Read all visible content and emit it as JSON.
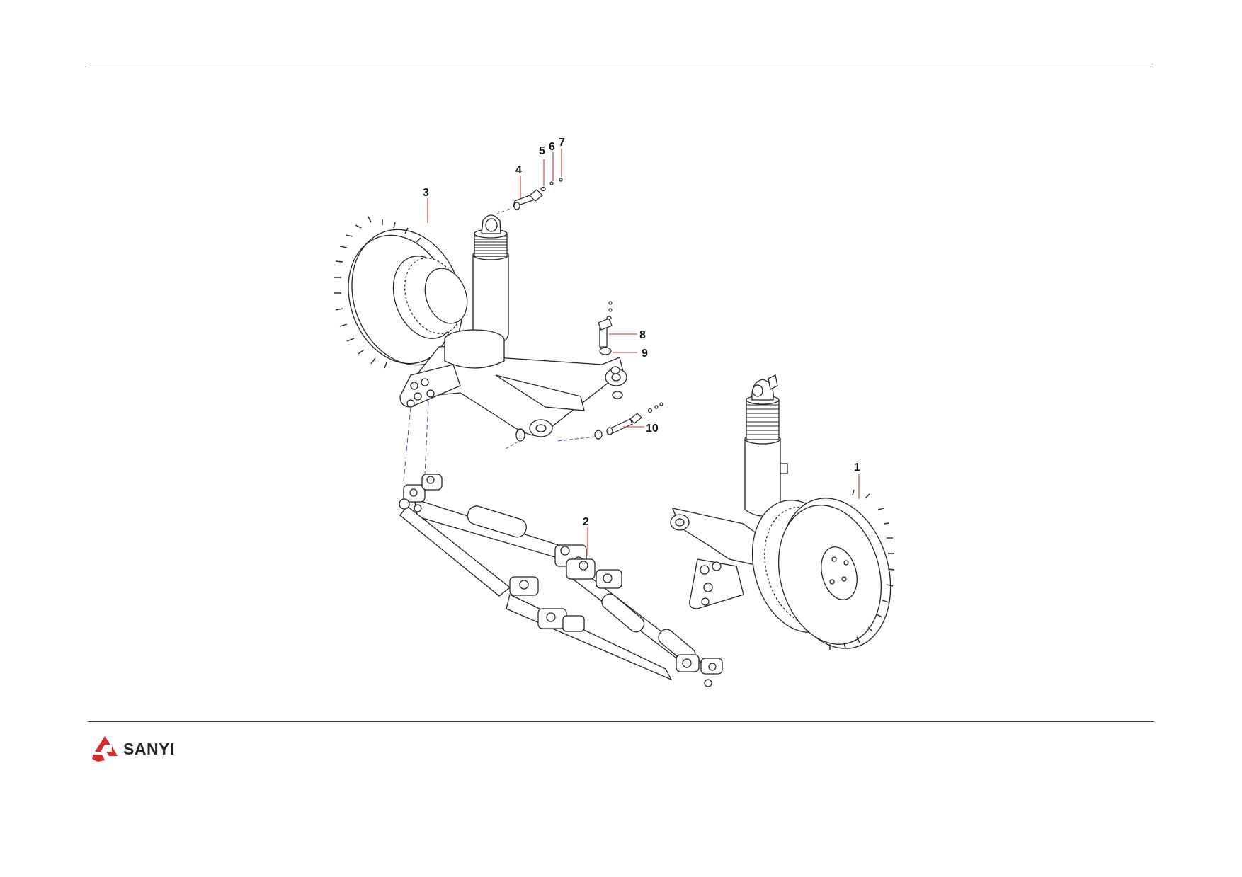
{
  "diagram": {
    "callouts": [
      {
        "id": "1",
        "label": "1"
      },
      {
        "id": "2",
        "label": "2"
      },
      {
        "id": "3",
        "label": "3"
      },
      {
        "id": "4",
        "label": "4"
      },
      {
        "id": "5",
        "label": "5"
      },
      {
        "id": "6",
        "label": "6"
      },
      {
        "id": "7",
        "label": "7"
      },
      {
        "id": "8",
        "label": "8"
      },
      {
        "id": "9",
        "label": "9"
      },
      {
        "id": "10",
        "label": "10"
      }
    ]
  },
  "footer": {
    "brand_name": "SANYI",
    "brand_color": "#d62b2b"
  }
}
